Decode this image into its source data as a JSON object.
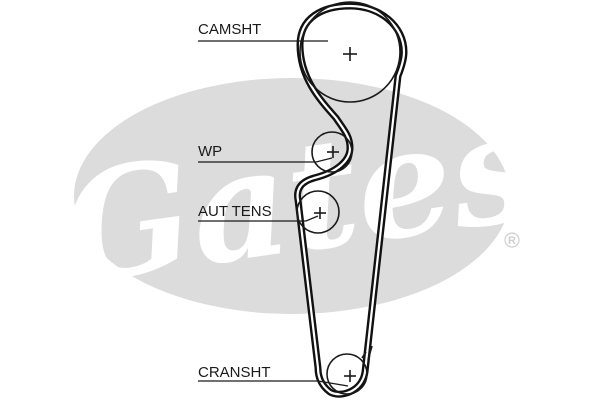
{
  "diagram": {
    "watermark": {
      "brand": "Gates",
      "registered_mark": "R"
    },
    "labels": {
      "camshaft": "CAMSHT",
      "water_pump": "WP",
      "auto_tensioner": "AUT TENS",
      "crankshaft": "CRANSHT"
    },
    "center_mark": "+"
  }
}
